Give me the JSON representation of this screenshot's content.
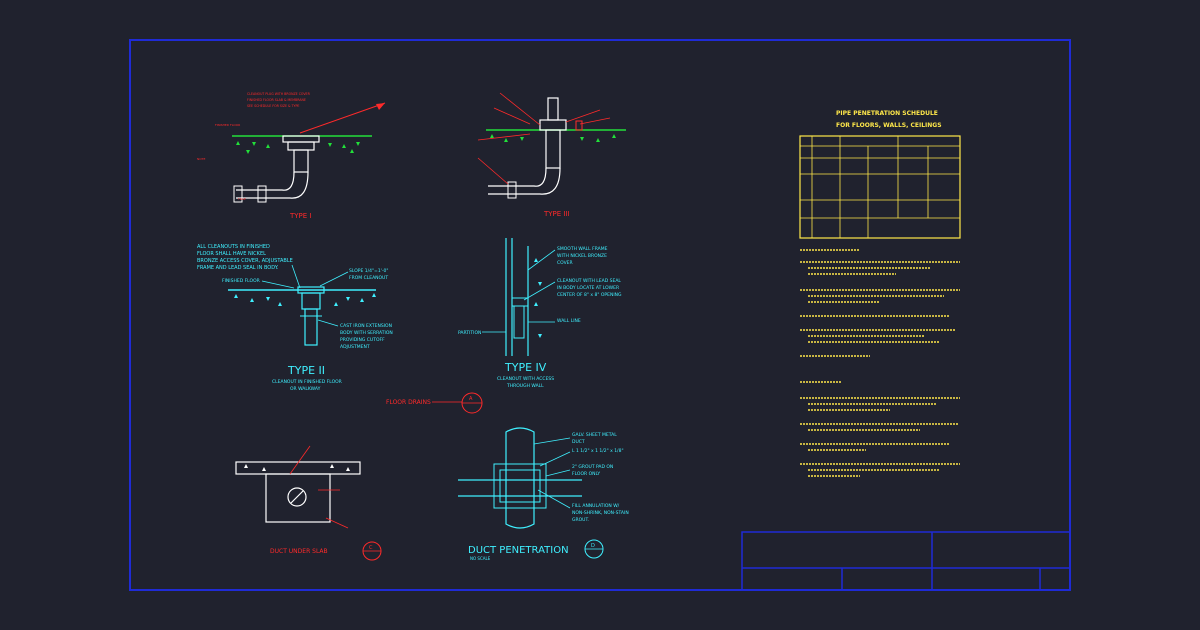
{
  "colors": {
    "background": "#20222e",
    "border": "#1f2bd6",
    "red": "#ff2a2a",
    "cyan": "#3ff0ff",
    "green": "#22e03a",
    "white": "#ffffff",
    "yellow": "#ffe84a"
  },
  "type1": {
    "title": "TYPE I",
    "notes_top": [
      "CLEANOUT PLUG WITH BRONZE COVER",
      "FINISHED FLOOR SLAB & MEMBRANE",
      "SEE SCHEDULE FOR SIZE & TYPE"
    ]
  },
  "type3": {
    "title": "TYPE III"
  },
  "type2": {
    "title": "TYPE II",
    "note_main": [
      "ALL CLEANOUTS IN FINISHED",
      "FLOOR SHALL HAVE NICKEL",
      "BRONZE ACCESS COVER, ADJUSTABLE",
      "FRAME AND LEAD SEAL IN BODY."
    ],
    "finished_floor": "FINISHED FLOOR",
    "slope": [
      "SLOPE 1/4\"=1'-0\"",
      "FROM CLEANOUT"
    ],
    "cast_iron": [
      "CAST IRON EXTENSION",
      "BODY WITH SERRATION",
      "PROVIDING CUTOFF",
      "ADJUSTMENT"
    ],
    "subtitle": [
      "CLEANOUT IN FINISHED FLOOR",
      "OR WALKWAY"
    ]
  },
  "type4": {
    "title": "TYPE IV",
    "smooth": [
      "SMOOTH WALL FRAME",
      "WITH NICKEL BRONZE",
      "COVER"
    ],
    "cleanout": [
      "CLEANOUT WITH LEAD SEAL",
      "IN BODY LOCATE AT LOWER",
      "CENTER OF 8\" x 8\" OPENING"
    ],
    "wall_line": "WALL LINE",
    "partition": "PARTITION",
    "subtitle": [
      "CLEANOUT WITH ACCESS",
      "THROUGH WALL"
    ]
  },
  "floor_drains": {
    "label": "FLOOR DRAINS",
    "callout": "A"
  },
  "duct_slab": {
    "title": "DUCT UNDER SLAB",
    "callout": "C"
  },
  "duct_pen": {
    "title": "DUCT PENETRATION",
    "callout": "D",
    "no_scale": "NO SCALE",
    "galv": [
      "GALV. SHEET METAL",
      "DUCT"
    ],
    "angle": "L 1 1/2\" x 1 1/2\" x 1/8\"",
    "grout": [
      "2\" GROUT PAD ON",
      "FLOOR ONLY"
    ],
    "fill": [
      "FILL ANNULATION W/",
      "NON-SHRINK, NON-STAIN",
      "GROUT."
    ]
  },
  "schedule": {
    "title": "PIPE PENETRATION SCHEDULE",
    "subtitle": "FOR FLOORS, WALLS, CEILINGS"
  }
}
